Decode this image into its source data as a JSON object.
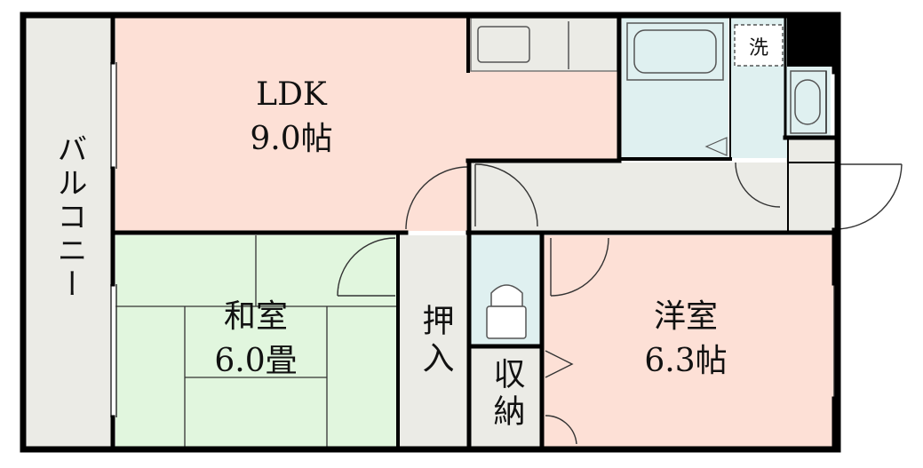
{
  "rooms": {
    "balcony": {
      "label": "バルコニー"
    },
    "ldk": {
      "name": "LDK",
      "size": "9.0帖"
    },
    "washitsu": {
      "name": "和室",
      "size": "6.0畳"
    },
    "youshitsu": {
      "name": "洋室",
      "size": "6.3帖"
    },
    "oshiire": {
      "label": "押入"
    },
    "shuno": {
      "label": "収納"
    }
  },
  "fixtures": {
    "washer_label": "洗"
  },
  "colors": {
    "ldk": "#fde0d6",
    "washitsu": "#e1f6de",
    "youshitsu": "#fde0d6",
    "wet_area": "#dff0f0",
    "storage": "#ebebe6",
    "wall": "#000000"
  }
}
